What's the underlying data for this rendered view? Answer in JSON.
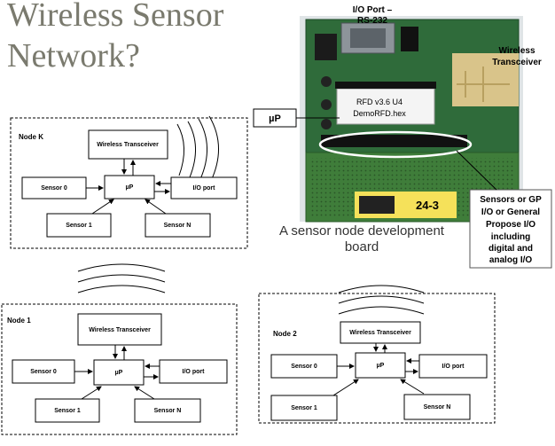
{
  "title": {
    "line1": "Wireless Sensor",
    "line2": "Network?"
  },
  "board": {
    "caption_line1": "A sensor node development",
    "caption_line2": "board",
    "io_port_line1": "I/O Port –",
    "io_port_line2": "RS-232",
    "wireless_line1": "Wireless",
    "wireless_line2": "Transceiver",
    "up_label": "µP",
    "chip_line1": "RFD v3.6 U4",
    "chip_line2": "DemoRFD.hex",
    "tag": "24-3",
    "sensors_lines": [
      "Sensors or  GP",
      "I/O or General",
      "Propose I/O",
      "including",
      "digital and",
      "analog I/O"
    ]
  },
  "diagrams": [
    {
      "node": "Node K",
      "transceiver": "Wireless Transceiver",
      "sensor0": "Sensor 0",
      "up": "µP",
      "io": "I/O port",
      "sensor1": "Sensor 1",
      "sensorN": "Sensor N"
    },
    {
      "node": "Node 1",
      "transceiver": "Wireless Transceiver",
      "sensor0": "Sensor 0",
      "up": "µP",
      "io": "I/O port",
      "sensor1": "Sensor 1",
      "sensorN": "Sensor N"
    },
    {
      "node": "Node 2",
      "transceiver": "Wireless Transceiver",
      "sensor0": "Sensor 0",
      "up": "µP",
      "io": "I/O port",
      "sensor1": "Sensor 1",
      "sensorN": "Sensor N"
    }
  ],
  "colors": {
    "pcb": "#2f6b3a",
    "pcb_dark": "#1d4a28",
    "proto": "#3f7d3a",
    "title": "#7a7a6e"
  }
}
